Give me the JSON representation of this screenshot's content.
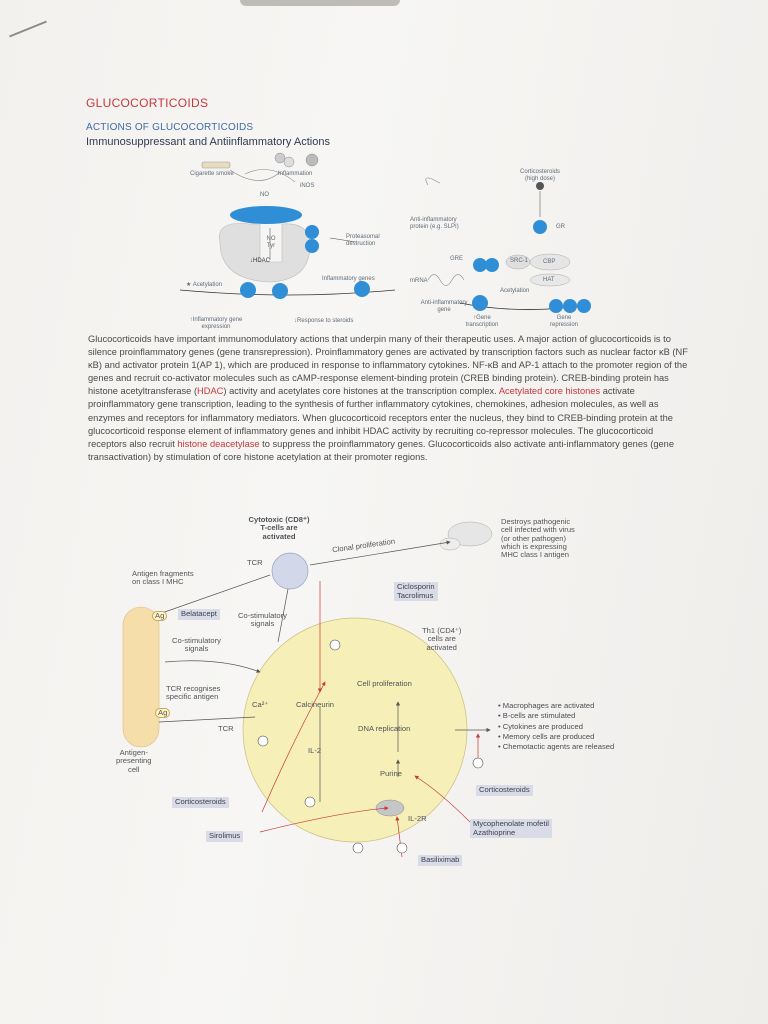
{
  "page": {
    "title": "GLUCOCORTICOIDS",
    "section": "ACTIONS OF GLUCOCORTICOIDS",
    "subsection": "Immunosuppressant and Antiinflammatory Actions"
  },
  "figure_top_left": {
    "labels": {
      "cigarette": "Cigarette smoke",
      "inflammation": "Inflammation",
      "nos": "iNOS",
      "no_mid": "NO",
      "no_tyr": "NO\nTyr",
      "hdac": "↓HDAC",
      "proteasomal": "Proteasomal\ndestruction",
      "acetylation": "★ Acetylation",
      "inflammatory_genes": "Inflammatory genes",
      "gene_expression": "↑Inflammatory gene\nexpression",
      "response_steroids": "↓Response to steroids"
    }
  },
  "figure_top_right": {
    "labels": {
      "corticosteroids": "Corticosteroids\n(high dose)",
      "gr": "GR",
      "anti_protein": "Anti-inflammatory\nprotein (e.g. SLPI)",
      "gre": "GRE",
      "src1": "SRC-1",
      "cbp": "CBP",
      "hat": "HAT",
      "mrna": "mRNA",
      "acetylation": "Acetylation",
      "anti_gene": "Anti-inflammatory\ngene",
      "gene_transcription": "↑Gene\ntranscription",
      "gene_repression": "Gene\nrepression"
    }
  },
  "paragraph": {
    "p1": "Glucocorticoids have important immunomodulatory actions that underpin many of their therapeutic uses. A major action of glucocorticoids is to silence proinflammatory genes (gene transrepression). Proinflammatory genes are activated by transcription factors such as nuclear factor κB (NF κB) and activator protein 1(AP 1), which are produced in response to inflammatory cytokines. NF-κB and AP-1 attach to the promoter region of the genes and recruit co-activator molecules such as cAMP-response element-binding protein (CREB binding protein). CREB-binding protein has histone acetyltransferase (",
    "hdac": "HDAC",
    "p2": ") activity and acetylates core histones at the transcription complex. ",
    "acetylated": "Acetylated core histones",
    "p3": " activate proinflammatory gene transcription, leading to the synthesis of further inflammatory cytokines, chemokines, adhesion molecules, as well as enzymes and receptors for inflammatory mediators. When glucocorticoid receptors enter the nucleus, they bind to CREB-binding protein at the glucocorticoid response element of inflammatory genes and inhibit HDAC activity by recruiting co-repressor molecules. The glucocorticoid receptors also recruit ",
    "deacetylase": "histone deacetylase",
    "p4": " to suppress the proinflammatory genes. Glucocorticoids also activate anti-inflammatory genes (gene transactivation) by stimulation of core histone acetylation at their promoter regions."
  },
  "diagram": {
    "cytotoxic": "Cytotoxic (CD8⁺)\nT-cells are\nactivated",
    "clonal": "Clonal proliferation",
    "destroys": "Destroys pathogenic\ncell infected with virus\n(or other pathogen)\nwhich is expressing\nMHC class I antigen",
    "tcr_top": "TCR",
    "antigen_fragments": "Antigen fragments\non class I MHC",
    "ag1": "Ag",
    "ag2": "Ag",
    "belatacept": "Belatacept",
    "costim1": "Co-stimulatory\nsignals",
    "costim2": "Co-stimulatory\nsignals",
    "ciclosporin": "Ciclosporin\nTacrolimus",
    "th1": "Th1 (CD4⁺)\ncells are\nactivated",
    "tcr_recognises": "TCR recognises\nspecific antigen",
    "tcr_mid": "TCR",
    "apc": "Antigen-\npresenting\ncell",
    "cell_prolif": "Cell proliferation",
    "ca": "Ca²⁺",
    "calcineurin": "Calcineurin",
    "dna": "DNA replication",
    "il2": "IL-2",
    "purine": "Purine",
    "il2r": "IL-2R",
    "corticosteroids_left": "Corticosteroids",
    "corticosteroids_right": "Corticosteroids",
    "sirolimus": "Sirolimus",
    "mycophenolate": "Mycophenolate mofetil\nAzathioprine",
    "basiliximab": "Basiliximab",
    "bullets": [
      "Macrophages are activated",
      "B-cells are stimulated",
      "Cytokines are produced",
      "Memory cells are produced",
      "Chemotactic agents are released"
    ]
  },
  "colors": {
    "title_red": "#c8373b",
    "section_blue": "#3f6da6",
    "cell_yellow": "#f6efb7",
    "blue_protein": "#2f8ed6"
  }
}
